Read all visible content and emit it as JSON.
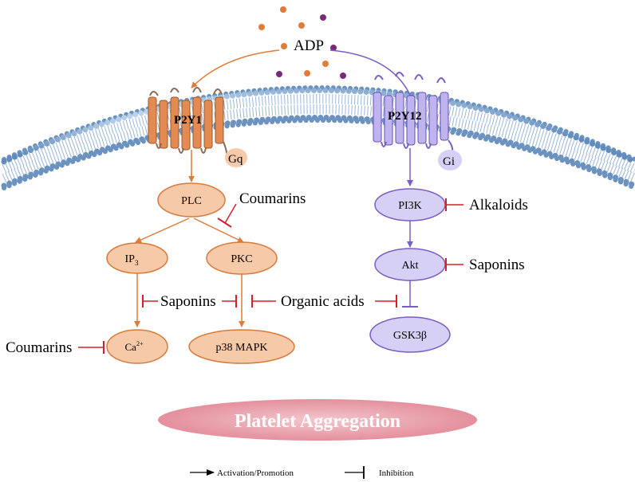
{
  "ligand": {
    "label": "ADP"
  },
  "receptors": {
    "left": {
      "name": "P2Y1",
      "gprotein": "Gq"
    },
    "right": {
      "name": "P2Y12",
      "gprotein": "Gi"
    }
  },
  "left_pathway": {
    "plc": "PLC",
    "ip3_base": "IP",
    "ip3_sub": "3",
    "pkc": "PKC",
    "ca_base": "Ca",
    "ca_sup": "2+",
    "mapk": "p38 MAPK"
  },
  "right_pathway": {
    "pi3k": "PI3K",
    "akt": "Akt",
    "gsk": "GSK3β"
  },
  "inhibitors": {
    "coumarins_plc": "Coumarins",
    "saponins_mid": "Saponins",
    "organic_acids": "Organic acids",
    "coumarins_ca": "Coumarins",
    "alkaloids": "Alkaloids",
    "saponins_akt": "Saponins"
  },
  "outcome": {
    "label": "Platelet Aggregation"
  },
  "legend": {
    "activation": "Activation/Promotion",
    "inhibition": "Inhibition"
  },
  "colors": {
    "orange_fill": "#f6c9a8",
    "orange_stroke": "#d97a3a",
    "orange_arrow": "#e07b39",
    "purple_fill": "#d6d0f5",
    "purple_stroke": "#7b5cc4",
    "inhibit_red": "#d81e2a",
    "membrane_blue": "#6c93c0",
    "aggregation_pink": "#e79aa6"
  }
}
